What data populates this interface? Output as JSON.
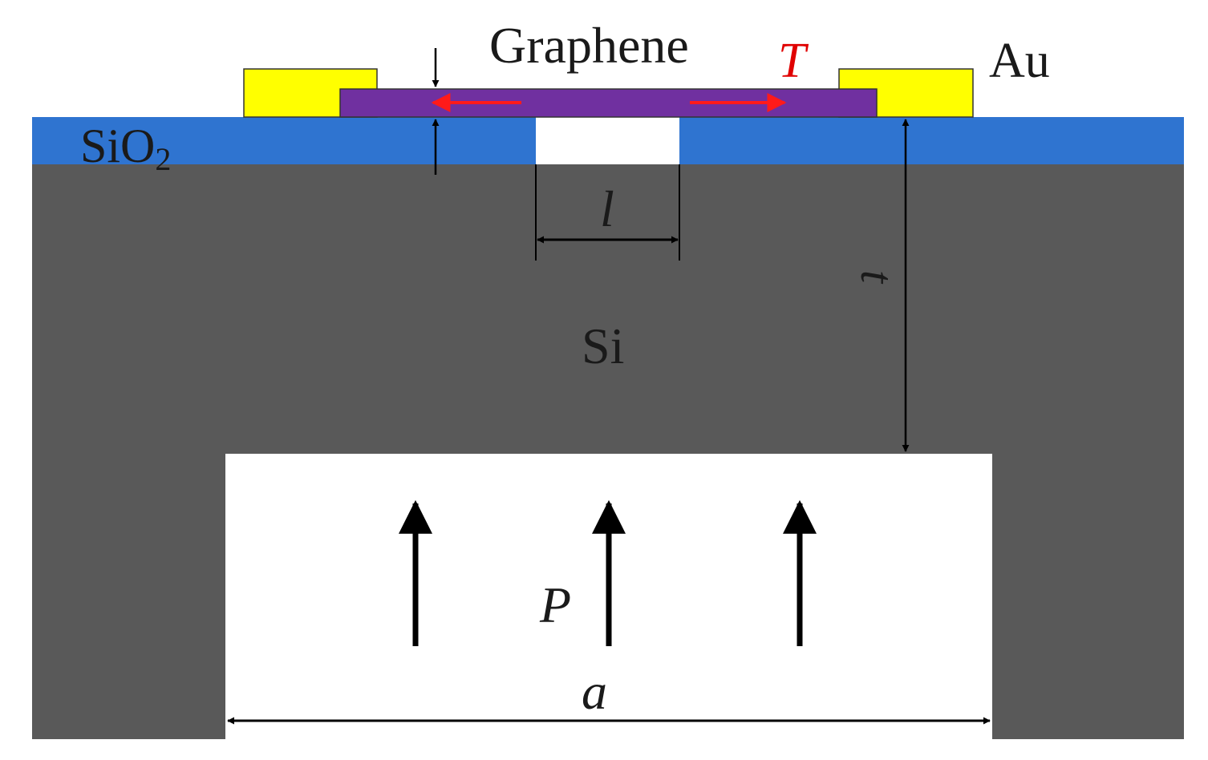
{
  "labels": {
    "graphene": "Graphene",
    "tension": "T",
    "gold": "Au",
    "oxide_base": "SiO",
    "oxide_sub": "2",
    "silicon": "Si",
    "hole_width": "l",
    "thickness": "t",
    "pressure": "P",
    "cavity_width": "a"
  },
  "colors": {
    "silicon": "#595959",
    "oxide": "#2f74d0",
    "gold": "#ffff00",
    "graphene": "#7030a0",
    "tension_arrow": "#ff1a1a",
    "tension_text": "#e00000",
    "cavity": "#ffffff",
    "dimension": "#000000"
  }
}
